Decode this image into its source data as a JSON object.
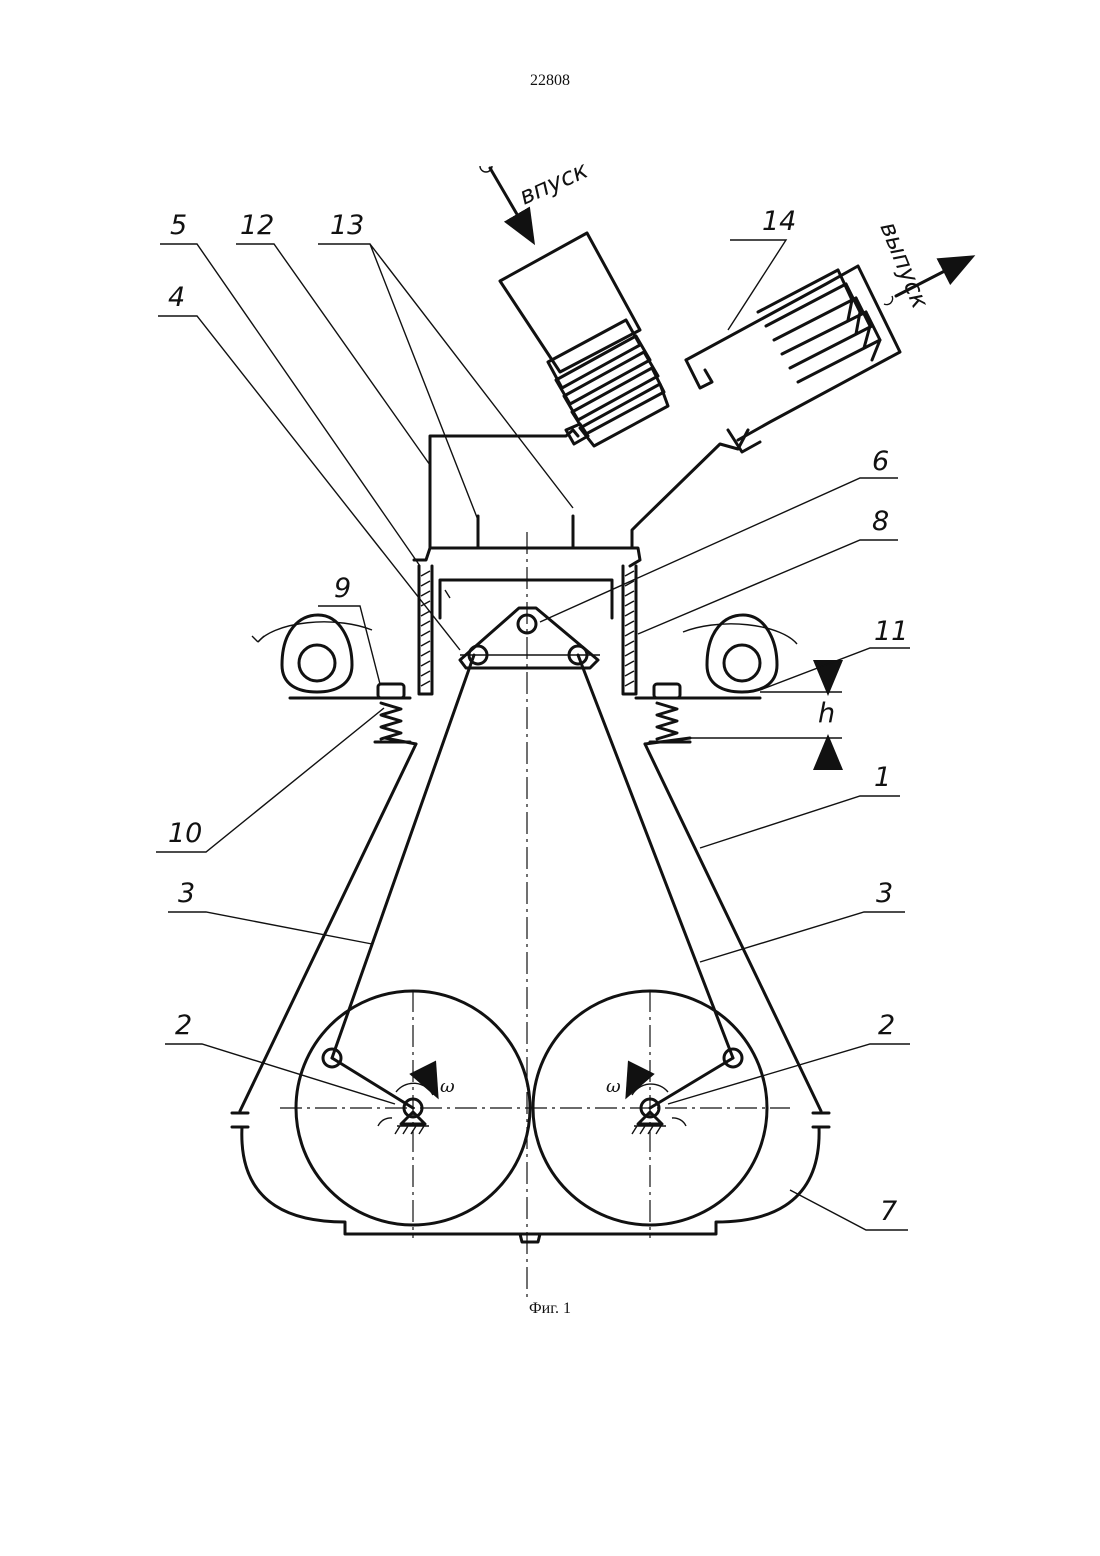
{
  "page": {
    "number": "22808"
  },
  "figure": {
    "caption": "Фиг. 1",
    "flow": {
      "inlet": "впуск",
      "outlet": "выпуск"
    },
    "dimension": "h",
    "rotation_symbol": "ω",
    "callouts": {
      "body": "1",
      "crank_left": "2",
      "crank_right": "2",
      "rod_left": "3",
      "rod_right": "3",
      "item_4": "4",
      "item_5": "5",
      "item_6": "6",
      "casing": "7",
      "item_8": "8",
      "item_9": "9",
      "item_10": "10",
      "item_11": "11",
      "item_12": "12",
      "item_13": "13",
      "item_14": "14"
    }
  }
}
